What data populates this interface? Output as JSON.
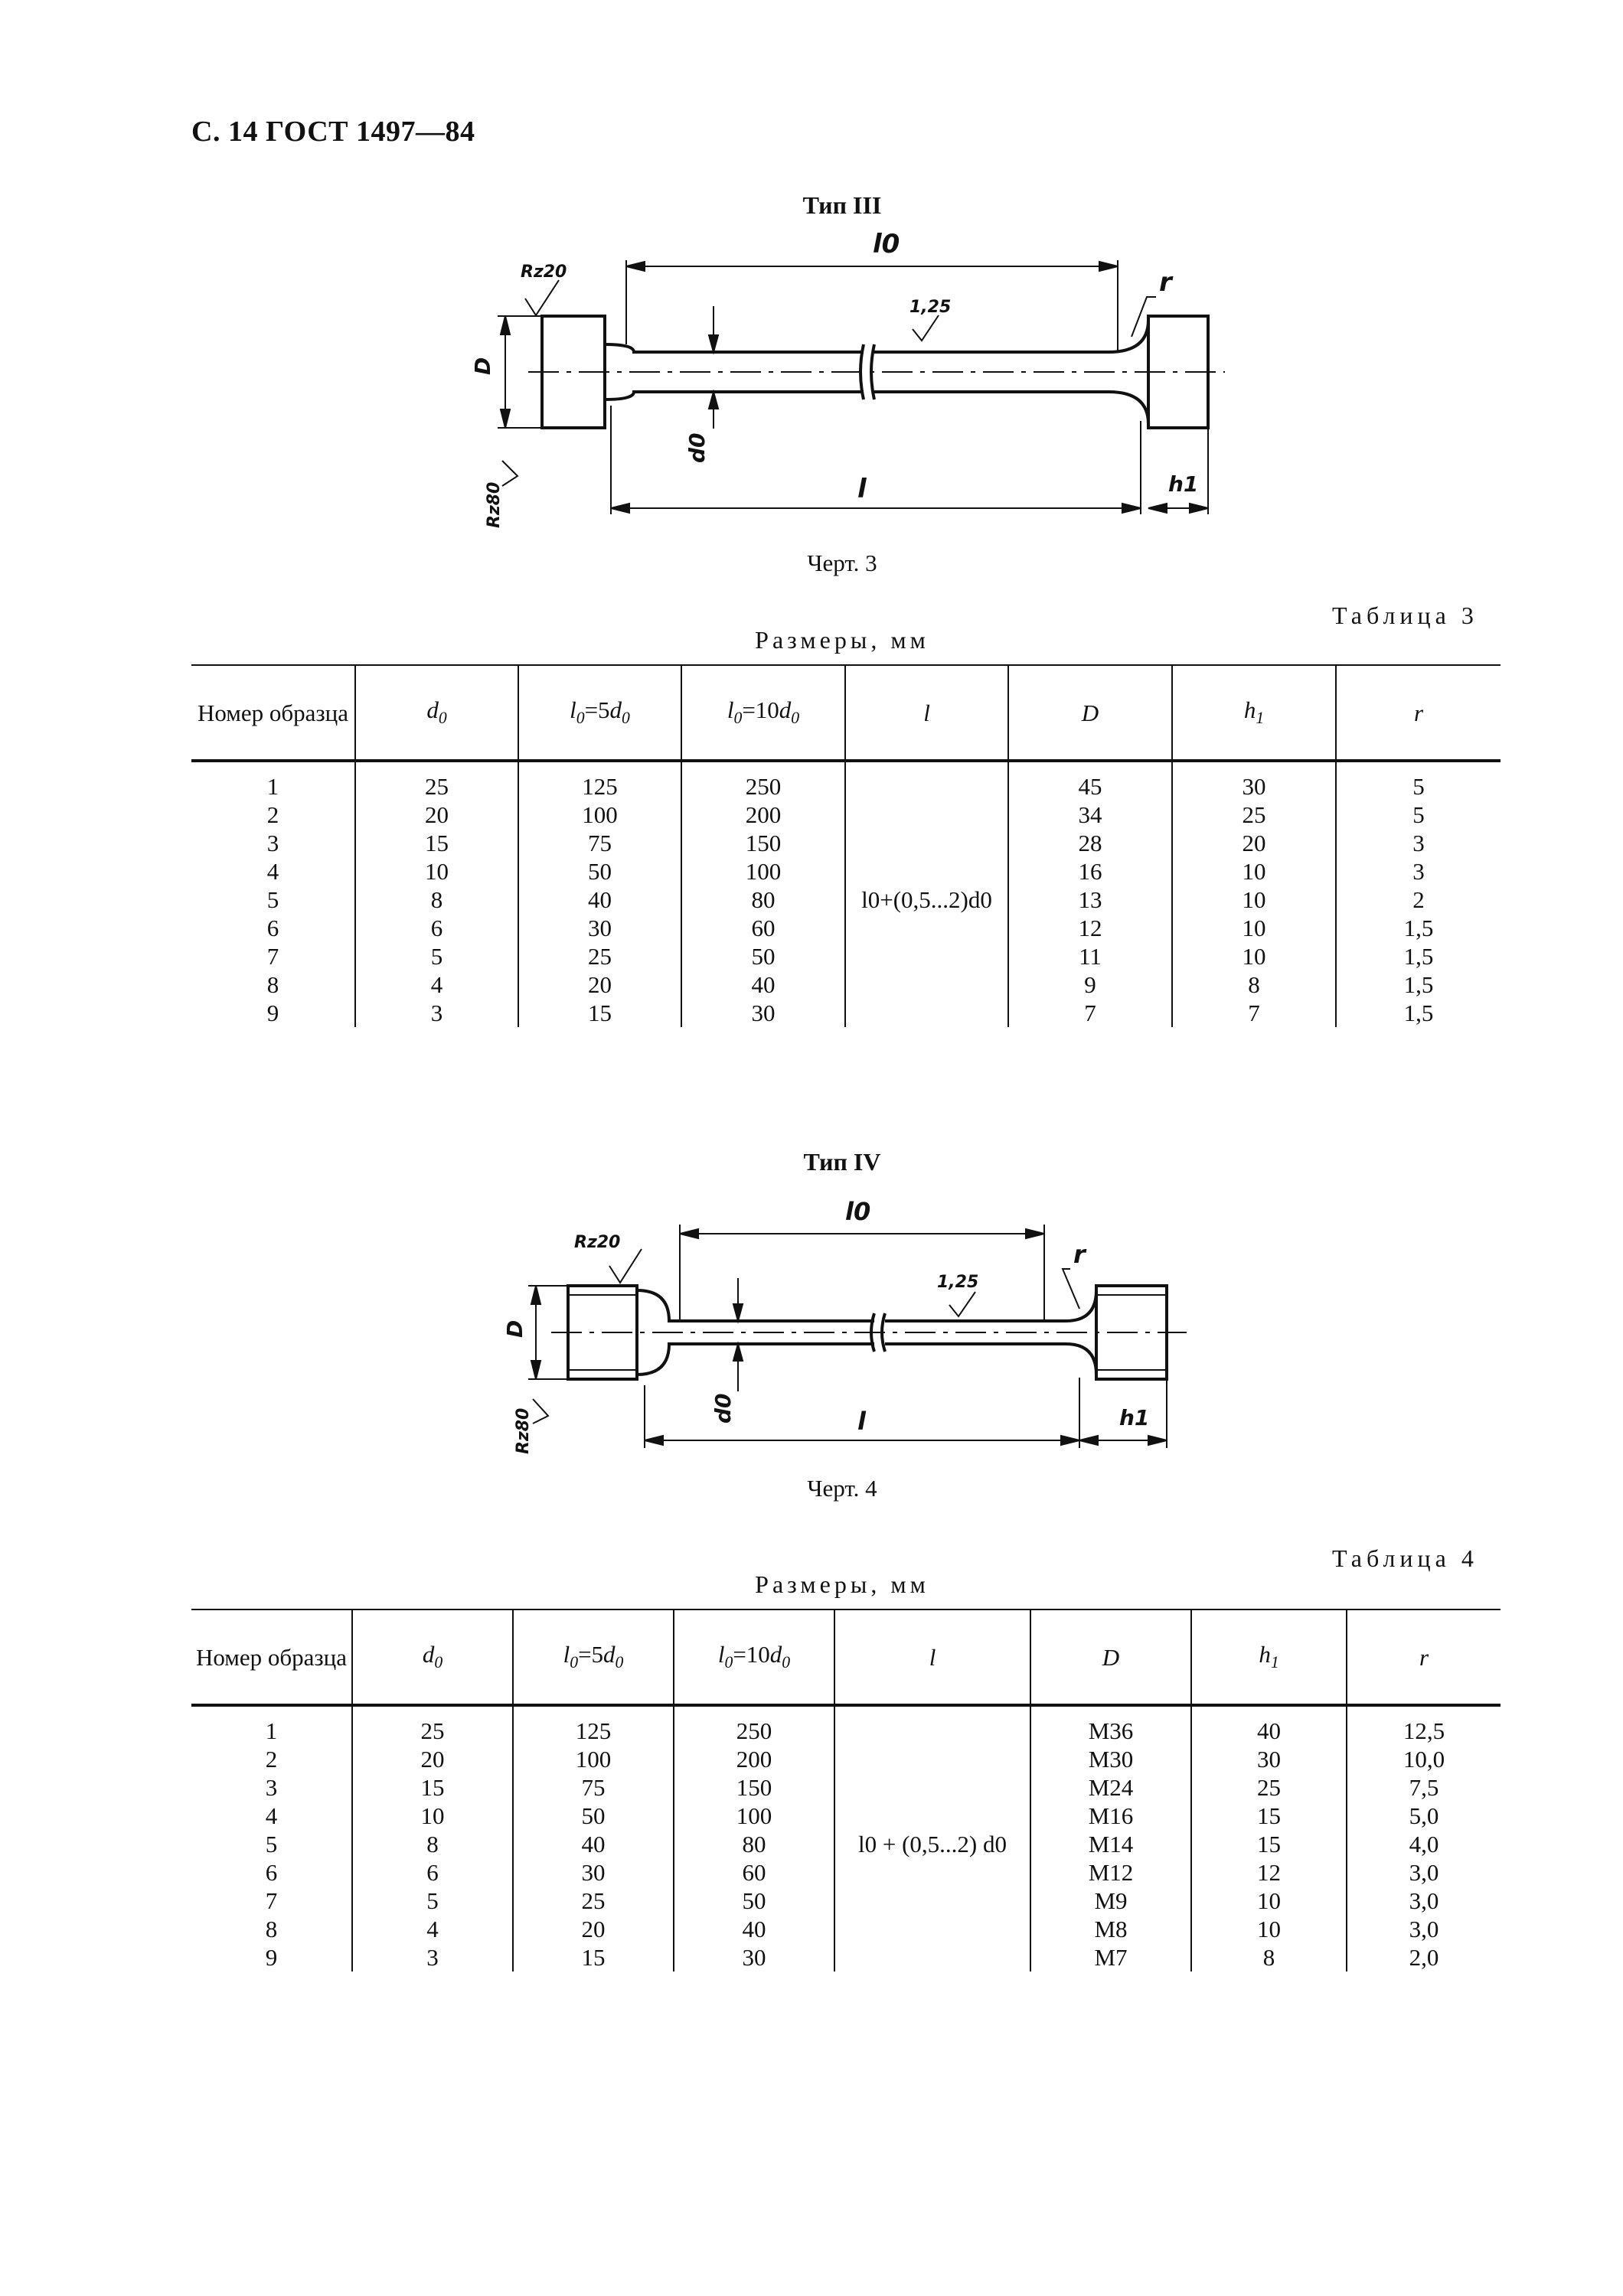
{
  "header": "С. 14 ГОСТ 1497—84",
  "section3": {
    "type_title": "Тип III",
    "drawing_labels": {
      "l0": "l0",
      "r": "r",
      "rz20": "Rz20",
      "rz80": "Rz80",
      "finish": "1,25",
      "D": "D",
      "d0": "d0",
      "l": "l",
      "h1": "h1"
    },
    "caption": "Черт. 3",
    "table_label": "Таблица 3",
    "sizes_label": "Размеры, мм",
    "columns": [
      "Номер образца",
      "d0",
      "l0=5d0",
      "l0=10d0",
      "l",
      "D",
      "h1",
      "r"
    ],
    "rows": [
      [
        "1",
        "25",
        "125",
        "250",
        "45",
        "30",
        "5"
      ],
      [
        "2",
        "20",
        "100",
        "200",
        "34",
        "25",
        "5"
      ],
      [
        "3",
        "15",
        "75",
        "150",
        "28",
        "20",
        "3"
      ],
      [
        "4",
        "10",
        "50",
        "100",
        "16",
        "10",
        "3"
      ],
      [
        "5",
        "8",
        "40",
        "80",
        "13",
        "10",
        "2"
      ],
      [
        "6",
        "6",
        "30",
        "60",
        "12",
        "10",
        "1,5"
      ],
      [
        "7",
        "5",
        "25",
        "50",
        "11",
        "10",
        "1,5"
      ],
      [
        "8",
        "4",
        "20",
        "40",
        "9",
        "8",
        "1,5"
      ],
      [
        "9",
        "3",
        "15",
        "30",
        "7",
        "7",
        "1,5"
      ]
    ],
    "l_formula": "l0+(0,5...2)d0"
  },
  "section4": {
    "type_title": "Тип IV",
    "drawing_labels": {
      "l0": "l0",
      "r": "r",
      "rz20": "Rz20",
      "rz80": "Rz80",
      "finish": "1,25",
      "D": "D",
      "d0": "d0",
      "l": "l",
      "h1": "h1"
    },
    "caption": "Черт. 4",
    "table_label": "Таблица 4",
    "sizes_label": "Размеры, мм",
    "columns": [
      "Номер образца",
      "d0",
      "l0=5d0",
      "l0=10d0",
      "l",
      "D",
      "h1",
      "r"
    ],
    "rows": [
      [
        "1",
        "25",
        "125",
        "250",
        "M36",
        "40",
        "12,5"
      ],
      [
        "2",
        "20",
        "100",
        "200",
        "M30",
        "30",
        "10,0"
      ],
      [
        "3",
        "15",
        "75",
        "150",
        "M24",
        "25",
        "7,5"
      ],
      [
        "4",
        "10",
        "50",
        "100",
        "M16",
        "15",
        "5,0"
      ],
      [
        "5",
        "8",
        "40",
        "80",
        "M14",
        "15",
        "4,0"
      ],
      [
        "6",
        "6",
        "30",
        "60",
        "M12",
        "12",
        "3,0"
      ],
      [
        "7",
        "5",
        "25",
        "50",
        "M9",
        "10",
        "3,0"
      ],
      [
        "8",
        "4",
        "20",
        "40",
        "M8",
        "10",
        "3,0"
      ],
      [
        "9",
        "3",
        "15",
        "30",
        "M7",
        "8",
        "2,0"
      ]
    ],
    "l_formula": "l0 + (0,5...2) d0"
  }
}
